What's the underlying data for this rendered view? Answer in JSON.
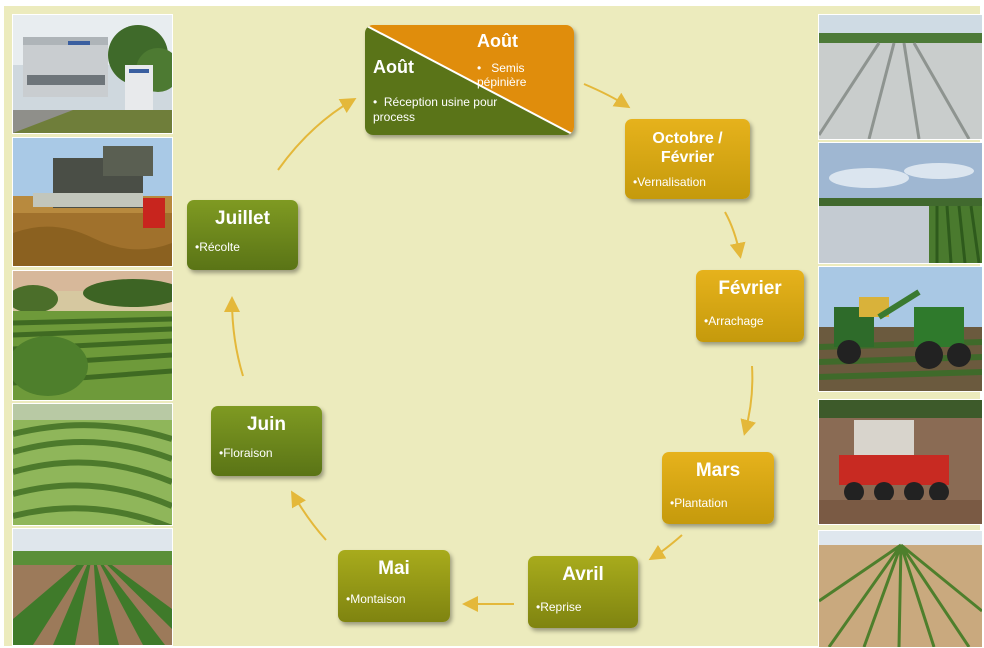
{
  "start": {
    "left_month": "Août",
    "left_item": "Réception usine pour process",
    "right_month": "Août",
    "right_item": "Semis pépinière",
    "colors": {
      "left": "#5a7418",
      "right": "#e08d0c"
    }
  },
  "steps": [
    {
      "month": "Octobre / Février",
      "activity": "•Vernalisation"
    },
    {
      "month": "Février",
      "activity": "•Arrachage"
    },
    {
      "month": "Mars",
      "activity": "•Plantation"
    },
    {
      "month": "Avril",
      "activity": "•Reprise"
    },
    {
      "month": "Mai",
      "activity": "•Montaison"
    },
    {
      "month": "Juin",
      "activity": "•Floraison"
    },
    {
      "month": "Juillet",
      "activity": "•Récolte"
    }
  ],
  "photos": {
    "left": [
      "factory-building-photo",
      "combine-harvester-photo",
      "hedge-rows-photo",
      "curved-crop-rows-photo",
      "leafy-crop-rows-photo"
    ],
    "right": [
      "covered-field-photo",
      "fleece-covered-field-photo",
      "harvest-tractors-photo",
      "planting-machine-photo",
      "planted-field-photo"
    ]
  },
  "arrow_color": "#e4b83a"
}
